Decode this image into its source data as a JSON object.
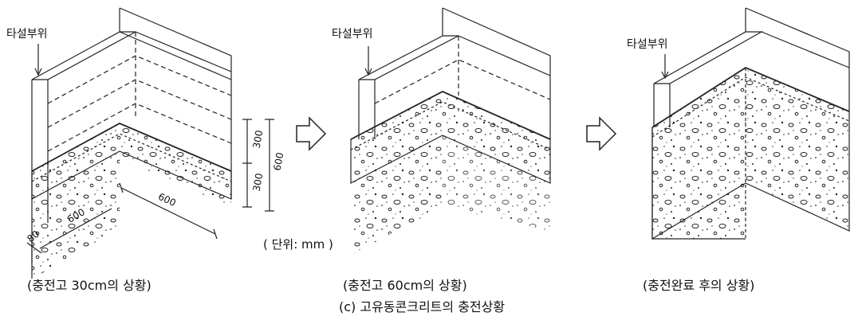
{
  "panels": [
    {
      "placement_label": "타설부위",
      "caption": "(충전고 30cm의 상황)"
    },
    {
      "placement_label": "타설부위",
      "caption": "(충전고 60cm의 상황)"
    },
    {
      "placement_label": "타설부위",
      "caption": "(충전완료 후의 상황)"
    }
  ],
  "dimensions": {
    "upper": "300",
    "lower": "300",
    "total": "600",
    "right_leg": "600",
    "left_leg": "600",
    "thickness": "80"
  },
  "unit_label": "( 단위:  mm )",
  "figure_caption": "(c) 고유동콘크리트의 충전상황"
}
